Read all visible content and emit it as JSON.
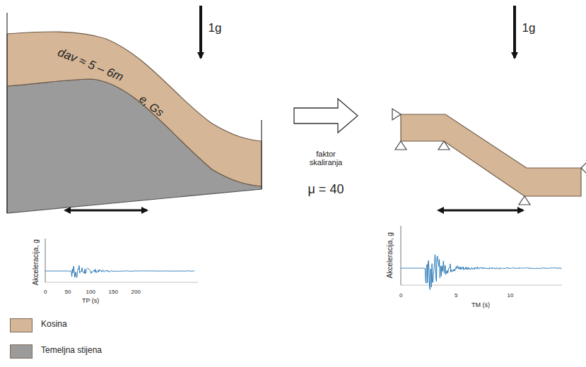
{
  "diagram": {
    "labels": [
      "1g",
      "dav ≈ 5 – 6m",
      "e, Gs",
      "Akceleracija, g",
      "0",
      "50",
      "100",
      "150",
      "200",
      "TP (s)",
      "faktor skaliranja",
      "μ = 40",
      "1g",
      "Akceleracija, g",
      "0",
      "5",
      "10",
      "TM (s)"
    ],
    "legend": [
      {
        "text": "Kosina",
        "color": "#d5b697"
      },
      {
        "text": "Temeljna stijena",
        "color": "#9b9b9b"
      }
    ]
  }
}
